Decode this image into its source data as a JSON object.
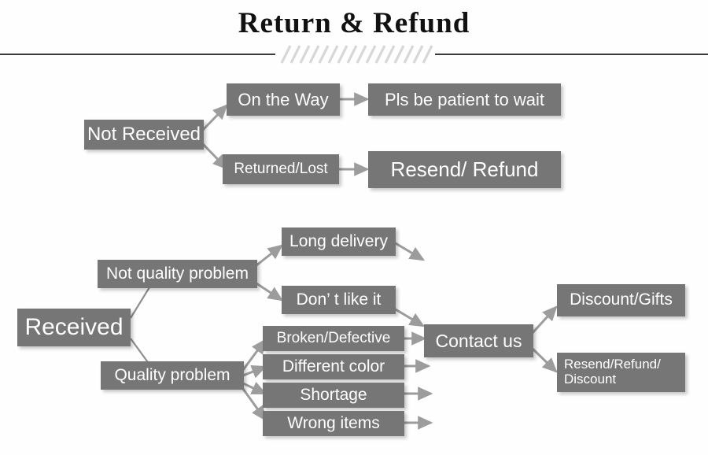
{
  "header": {
    "title": "Return & Refund",
    "divider_icon": "diagonal-hatch-divider"
  },
  "theme": {
    "box_fill": "#767676",
    "box_text": "#ffffff",
    "arrow": "#9a9a9a",
    "rule": "#3a3a3a",
    "background": "#fefefe"
  },
  "flow": {
    "not_received_section": {
      "root": {
        "label": "Not Received"
      },
      "branches": [
        {
          "label": "On the Way",
          "result": "Pls be patient to wait"
        },
        {
          "label": "Returned/Lost",
          "result": "Resend/ Refund"
        }
      ]
    },
    "received_section": {
      "root": {
        "label": "Received"
      },
      "branches": [
        {
          "label": "Not quality problem",
          "reasons": [
            "Long delivery",
            "Don’ t like it"
          ]
        },
        {
          "label": "Quality problem",
          "reasons": [
            "Broken/Defective",
            "Different color",
            "Shortage",
            "Wrong items"
          ]
        }
      ],
      "contact": {
        "label": "Contact us"
      },
      "outcomes": [
        {
          "label": "Discount/Gifts"
        },
        {
          "label": "Resend/Refund/\nDiscount"
        }
      ]
    }
  }
}
